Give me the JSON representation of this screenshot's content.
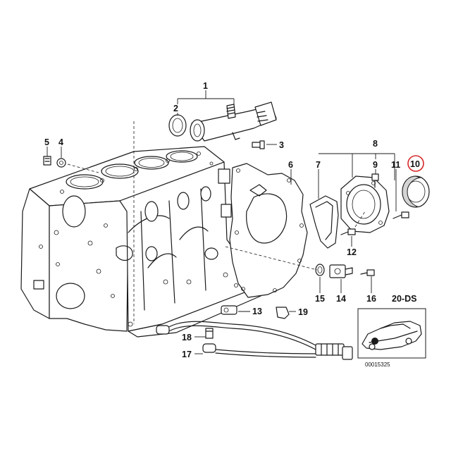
{
  "callouts": {
    "c1": "1",
    "c2": "2",
    "c3": "3",
    "c4": "4",
    "c5": "5",
    "c6": "6",
    "c7": "7",
    "c8": "8",
    "c9": "9",
    "c10": "10",
    "c11": "11",
    "c12": "12",
    "c13": "13",
    "c14": "14",
    "c15": "15",
    "c16": "16",
    "c17": "17",
    "c18": "18",
    "c19": "19"
  },
  "highlighted_callout": "10",
  "colors": {
    "ink": "#1a1a1a",
    "highlight_ring": "#d62828",
    "shade": "#d4d4d4",
    "background": "#ffffff"
  },
  "inset": {
    "label": "20-DS",
    "code": "00015325",
    "icon": "car-silhouette-icon"
  }
}
